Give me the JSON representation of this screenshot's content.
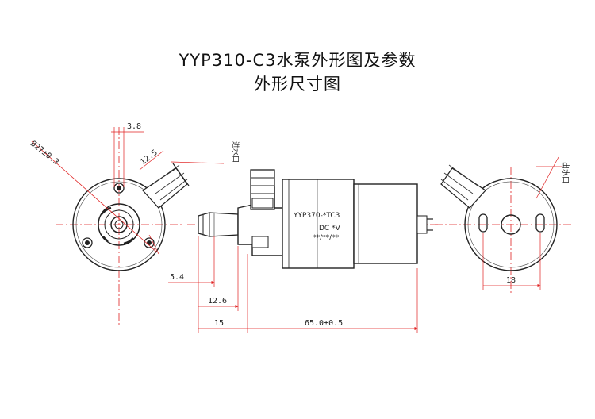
{
  "title": "YYP310-C3水泵外形图及参数",
  "subtitle": "外形尺寸图",
  "front_view": {
    "dim_hole": "3.8",
    "dim_diameter": "Ø27±0.3",
    "dim_outlet": "12.5",
    "inlet_label": "进水口"
  },
  "side_view": {
    "dim_a": "5.4",
    "dim_b": "12.6",
    "dim_c": "15",
    "dim_body": "65.0±0.5",
    "model_text": "YYP370-*TC3",
    "voltage_text": "DC *V",
    "date_text": "**/**/**"
  },
  "rear_view": {
    "outlet_label": "出水口",
    "dim_holes": "18"
  }
}
